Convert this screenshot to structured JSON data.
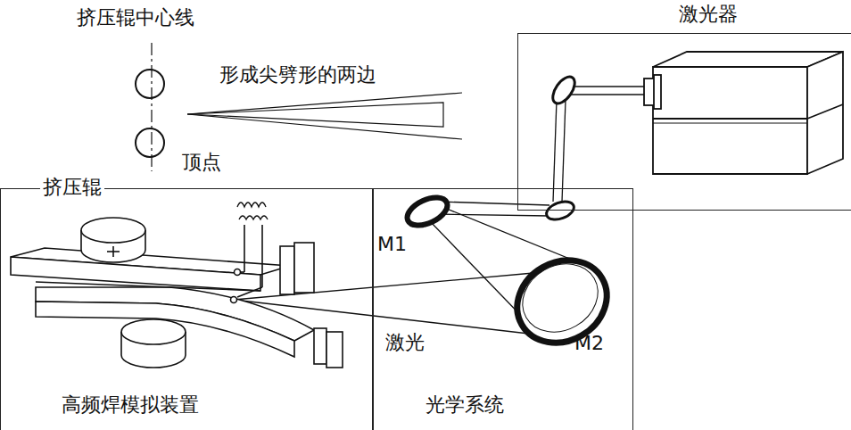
{
  "diagram": {
    "nodes": [
      {
        "text": [
          "挤压辊",
          "高频焊模拟装置"
        ]
      },
      {
        "text": [
          "光学系统"
        ]
      },
      {
        "text": [
          "激光器"
        ]
      }
    ],
    "labels": [
      "挤压辊中心线",
      "形成尖劈形的两边",
      "顶点",
      "M1",
      "激光",
      "M2"
    ]
  }
}
